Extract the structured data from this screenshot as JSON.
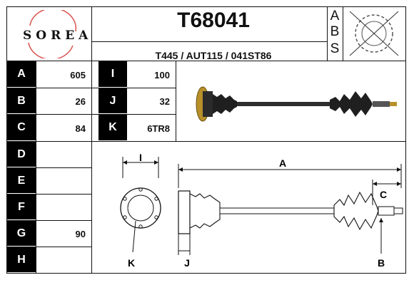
{
  "header": {
    "brand": "SOREA",
    "part_number": "T68041",
    "cross_refs": "T445 / AUT115 / 041ST86",
    "abs_letters": [
      "A",
      "B",
      "S"
    ]
  },
  "specs_left": [
    {
      "label": "A",
      "value": "605"
    },
    {
      "label": "B",
      "value": "26"
    },
    {
      "label": "C",
      "value": "84"
    },
    {
      "label": "D",
      "value": ""
    },
    {
      "label": "E",
      "value": ""
    },
    {
      "label": "F",
      "value": ""
    },
    {
      "label": "G",
      "value": "90"
    },
    {
      "label": "H",
      "value": ""
    }
  ],
  "specs_mid": [
    {
      "label": "I",
      "value": "100"
    },
    {
      "label": "J",
      "value": "32"
    },
    {
      "label": "K",
      "value": "6TR8"
    }
  ],
  "diagram_labels": {
    "i": "I",
    "a": "A",
    "c": "C",
    "k": "K",
    "j": "J",
    "b": "B"
  },
  "colors": {
    "label_bg": "#000000",
    "label_fg": "#ffffff",
    "logo_arc": "#d9534f",
    "flange": "#b8902a"
  }
}
